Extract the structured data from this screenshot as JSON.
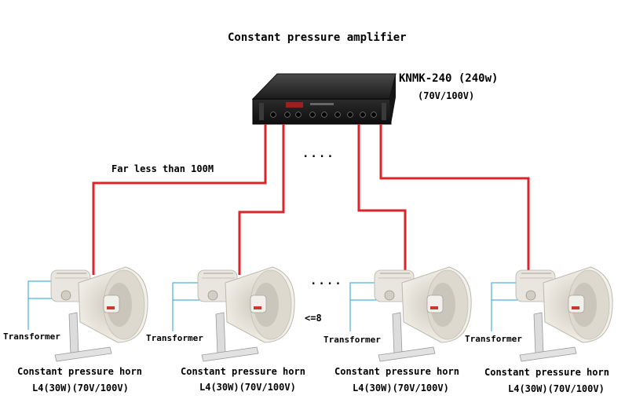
{
  "title": "Constant pressure amplifier",
  "amplifier": {
    "model": "KNMK-240 (240w)",
    "voltage": "(70V/100V)"
  },
  "labels": {
    "distance": "Far less than 100M",
    "top_dots": "....",
    "mid_dots": "....",
    "max_count": "<=8"
  },
  "horns": [
    {
      "transformer": "Transformer",
      "name": "Constant pressure horn",
      "spec": "L4(30W)(70V/100V)"
    },
    {
      "transformer": "Transformer",
      "name": "Constant pressure horn",
      "spec": "L4(30W)(70V/100V)"
    },
    {
      "transformer": "Transformer",
      "name": "Constant pressure horn",
      "spec": "L4(30W)(70V/100V)"
    },
    {
      "transformer": "Transformer",
      "name": "Constant pressure horn",
      "spec": "L4(30W)(70V/100V)"
    }
  ],
  "colors": {
    "wire": "#d9252b",
    "transformer_line": "#2a9fd6"
  }
}
